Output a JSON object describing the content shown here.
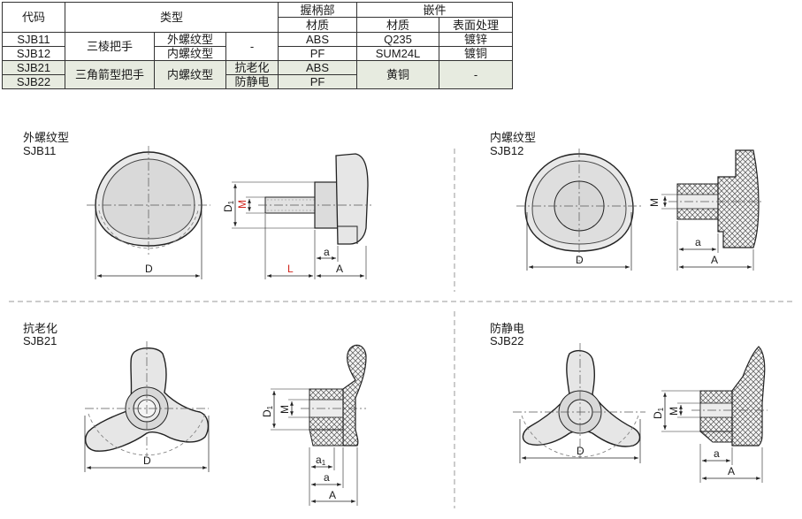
{
  "table": {
    "headers": {
      "code": "代码",
      "type": "类型",
      "grip": "握柄部",
      "grip_material": "材质",
      "insert": "嵌件",
      "insert_material": "材质",
      "surface": "表面处理"
    },
    "rows": [
      {
        "code": "SJB11",
        "shape": "三棱把手",
        "thread": "外螺纹型",
        "extra": "-",
        "grip": "ABS",
        "insert": "Q235",
        "surface": "镀锌"
      },
      {
        "code": "SJB12",
        "thread": "内螺纹型",
        "grip": "PF",
        "insert": "SUM24L",
        "surface": "镀铜"
      },
      {
        "code": "SJB21",
        "shape": "三角箭型把手",
        "thread": "内螺纹型",
        "extra": "抗老化",
        "grip": "ABS",
        "insert": "黄铜",
        "surface": "-"
      },
      {
        "code": "SJB22",
        "extra": "防静电",
        "grip": "PF"
      }
    ]
  },
  "drawings": [
    {
      "title": "外螺纹型",
      "code": "SJB11"
    },
    {
      "title": "内螺纹型",
      "code": "SJB12"
    },
    {
      "title": "抗老化",
      "code": "SJB21"
    },
    {
      "title": "防静电",
      "code": "SJB22"
    }
  ],
  "dimensions": {
    "D": "D",
    "D1_main": "D",
    "D1_sub": "1",
    "M": "M",
    "L": "L",
    "a": "a",
    "A": "A",
    "a1_main": "a",
    "a1_sub": "1"
  },
  "colors": {
    "line": "#222222",
    "red_dim": "#d0241c",
    "shade_row": "#e7ebe0",
    "part_fill": "#e6e6e6",
    "section_line": "#777777"
  }
}
